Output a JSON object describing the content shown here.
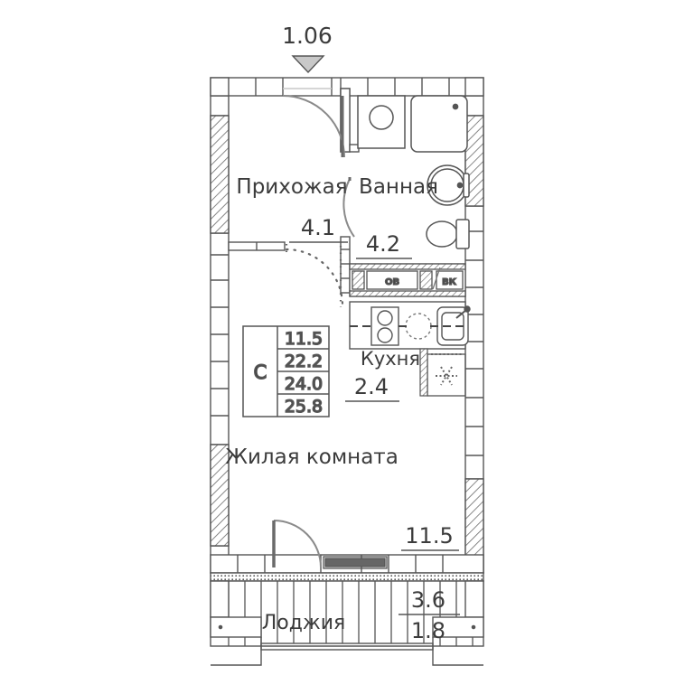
{
  "plan": {
    "ceiling_marker": {
      "value": "1.06",
      "icon": "down-triangle-marker"
    },
    "rooms": [
      {
        "id": "hallway",
        "name": "Прихожая",
        "area": "4.1"
      },
      {
        "id": "bathroom",
        "name": "Ванная",
        "area": "4.2"
      },
      {
        "id": "kitchen",
        "name": "Кухня",
        "area": "2.4"
      },
      {
        "id": "living",
        "name": "Жилая комната",
        "area": "11.5"
      },
      {
        "id": "loggia",
        "name": "Лоджия",
        "area_top": "3.6",
        "area_bottom": "1.8"
      }
    ],
    "shafts": [
      {
        "id": "shaft-ov",
        "label": "ОВ"
      },
      {
        "id": "shaft-vk",
        "label": "ВК"
      }
    ],
    "summary_table": {
      "type_label": "С",
      "values": [
        "11.5",
        "22.2",
        "24.0",
        "25.8"
      ]
    },
    "fixtures": [
      {
        "id": "washing-machine",
        "name": "washing-machine"
      },
      {
        "id": "bathtub",
        "name": "bathtub"
      },
      {
        "id": "sink-basin",
        "name": "wash-basin"
      },
      {
        "id": "toilet",
        "name": "toilet"
      },
      {
        "id": "cooktop",
        "name": "cooktop-two-burner"
      },
      {
        "id": "kitchen-sink",
        "name": "kitchen-sink"
      },
      {
        "id": "vent-asterisk",
        "name": "ventilation-asterisk"
      }
    ],
    "colors": {
      "line": "#555555",
      "line_dark": "#3c3c3c",
      "wall_fill": "#ffffff",
      "marker_fill": "#c8c8c8",
      "text": "#3c3c3c"
    }
  }
}
